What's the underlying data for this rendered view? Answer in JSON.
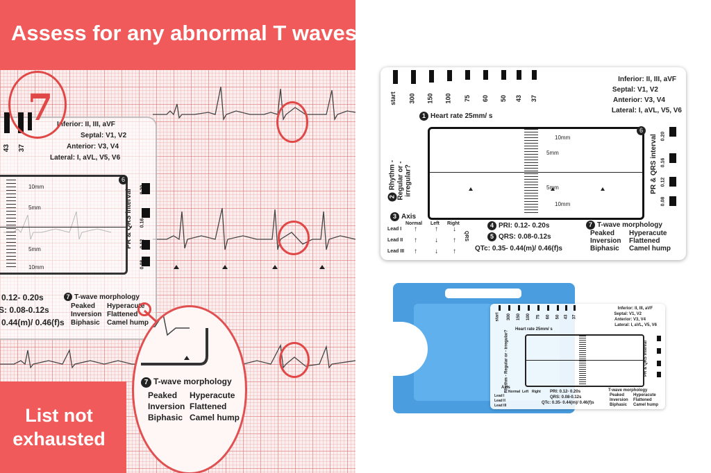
{
  "banner": {
    "title": "Assess for any abnormal T waves"
  },
  "note": {
    "text": "List not exhausted"
  },
  "left_card": {
    "step_number": "7",
    "ruler_labels": [
      "43",
      "37"
    ],
    "leads": [
      "Inferior: II, III, aVF",
      "Septal: V1, V2",
      "Anterior: V3, V4",
      "Lateral: I, aVL, V5, V6"
    ],
    "scale_labels": [
      "10mm",
      "5mm",
      "5mm",
      "10mm"
    ],
    "box_number": "6",
    "pr_qrs_label": "PR & QRS interval",
    "side_values": [
      "0.20",
      "0.16",
      "0.12",
      "0.08"
    ],
    "pri_partial": "0.12- 0.20s",
    "qrs_partial": "S: 0.08-0.12s",
    "qtc_partial": "0.44(m)/ 0.46(f)s",
    "twave_title": "T-wave morphology",
    "twave_items": [
      "Peaked",
      "Hyperacute",
      "Inversion",
      "Flattened",
      "Biphasic",
      "Camel hump"
    ]
  },
  "zoom": {
    "number": "7",
    "title": "T-wave morphology",
    "items": [
      "Peaked",
      "Hyperacute",
      "Inversion",
      "Flattened",
      "Biphasic",
      "Camel hump"
    ]
  },
  "card": {
    "ruler_labels": [
      "start",
      "300",
      "150",
      "100",
      "75",
      "60",
      "50",
      "43",
      "37"
    ],
    "leads": [
      "Inferior: II, III, aVF",
      "Septal: V1, V2",
      "Anterior: V3, V4",
      "Lateral: I, aVL, V5, V6"
    ],
    "heart_rate": "Heart rate 25mm/ s",
    "heart_rate_num": "1",
    "rhythm_num": "2",
    "rhythm_label": "Rhythm - Regular or - irregular?",
    "box_num": "6",
    "scale_labels": [
      "10mm",
      "5mm",
      "5mm",
      "10mm"
    ],
    "pr_qrs_label": "PR & QRS interval",
    "side_values": [
      "0.20",
      "0.16",
      "0.12",
      "0.08"
    ],
    "axis_num": "3",
    "axis_title": "Axis",
    "axis_headers": [
      "Normal",
      "Left",
      "Right"
    ],
    "axis_leads": [
      "Lead I",
      "Lead II",
      "Lead III"
    ],
    "axis_qrs": "QRS",
    "pri_num": "4",
    "pri": "PRI: 0.12- 0.20s",
    "qrs_num": "5",
    "qrs": "QRS: 0.08-0.12s",
    "qtc": "QTc: 0.35- 0.44(m)/ 0.46(f)s",
    "twave_num": "7",
    "twave_title": "T-wave morphology",
    "twave_items": [
      "Peaked",
      "Hyperacute",
      "Inversion",
      "Flattened",
      "Biphasic",
      "Camel hump"
    ]
  },
  "card2": {
    "ruler_labels": [
      "start",
      "300",
      "150",
      "100",
      "75",
      "60",
      "50",
      "43",
      "37"
    ],
    "leads": [
      "Inferior: II, III, aVF",
      "Septal: V1, V2",
      "Anterior: V3, V4",
      "Lateral: I, aVL, V5, V6"
    ],
    "heart_rate": "Heart rate 25mm/ s",
    "rhythm_label": "Rhythm - Regular or - irregular?",
    "pr_qrs_label": "PR & QRS interval",
    "axis_title": "Axis",
    "axis_headers": [
      "Normal",
      "Left",
      "Right"
    ],
    "axis_leads": [
      "Lead I",
      "Lead II",
      "Lead III"
    ],
    "pri": "PRI: 0.12- 0.20s",
    "qrs": "QRS: 0.08-0.12s",
    "qtc": "QTc: 0.35- 0.44(m)/ 0.46(f)s",
    "twave_title": "T-wave morphology",
    "twave_items": [
      "Peaked",
      "Hyperacute",
      "Inversion",
      "Flattened",
      "Biphasic",
      "Camel hump"
    ]
  },
  "colors": {
    "accent_red": "#f05a5a",
    "holder_blue": "#4a9ee0"
  }
}
